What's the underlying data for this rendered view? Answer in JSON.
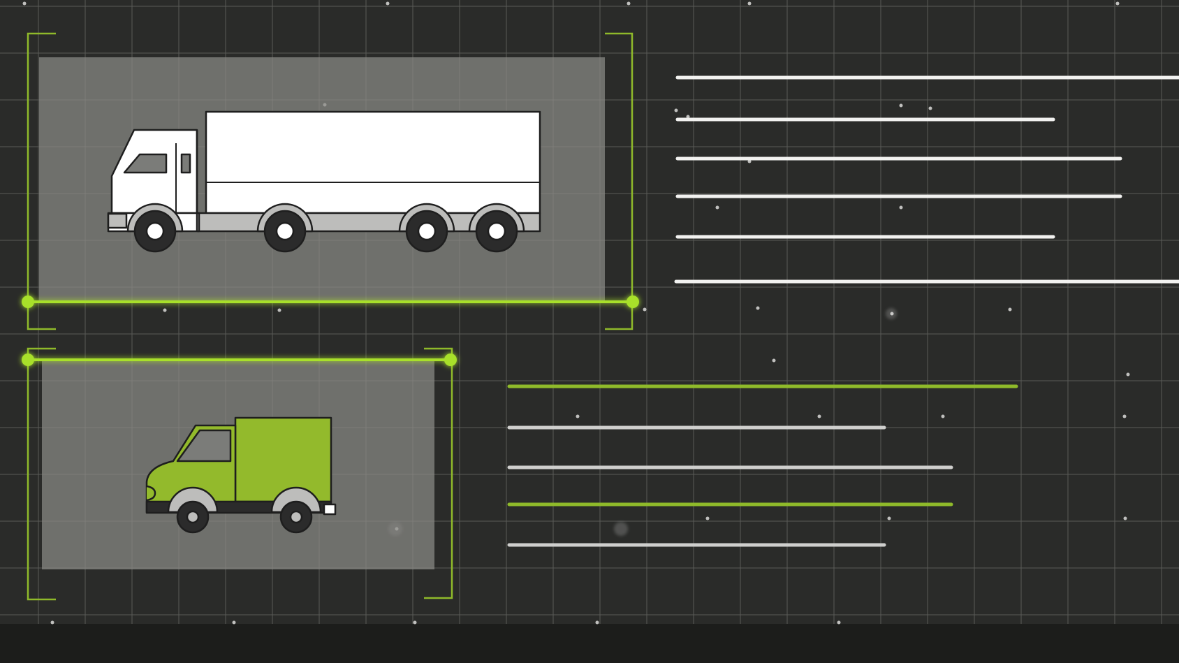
{
  "scene": {
    "name": "fleet-vehicle-comparison-graphic"
  },
  "colors": {
    "background": "#2a2b29",
    "bottom_bar": "#1c1d1b",
    "grid_line": "#5a5b58",
    "panel_fill": "#8a8b87",
    "accent_green": "#8fba2a",
    "glow_green": "#a8e02c",
    "line_white": "#f2f2f0",
    "line_gray": "#cfcfcd",
    "truck_white": "#ffffff",
    "truck_gray": "#bdbdbb",
    "outline": "#1e1e1e",
    "van_green": "#93ba2c"
  },
  "icons": {
    "large_vehicle": "box-truck-icon",
    "small_vehicle": "delivery-van-icon"
  },
  "truck_panel": {
    "text_lines": [
      {
        "name": "truck-text-line-1",
        "color": "white"
      },
      {
        "name": "truck-text-line-2",
        "color": "white"
      },
      {
        "name": "truck-text-line-3",
        "color": "white"
      },
      {
        "name": "truck-text-line-4",
        "color": "white"
      },
      {
        "name": "truck-text-line-5",
        "color": "white"
      },
      {
        "name": "truck-text-line-6",
        "color": "white"
      }
    ]
  },
  "van_panel": {
    "text_lines": [
      {
        "name": "van-text-line-1",
        "color": "green"
      },
      {
        "name": "van-text-line-2",
        "color": "gray"
      },
      {
        "name": "van-text-line-3",
        "color": "gray"
      },
      {
        "name": "van-text-line-4",
        "color": "green"
      },
      {
        "name": "van-text-line-5",
        "color": "gray"
      }
    ]
  }
}
